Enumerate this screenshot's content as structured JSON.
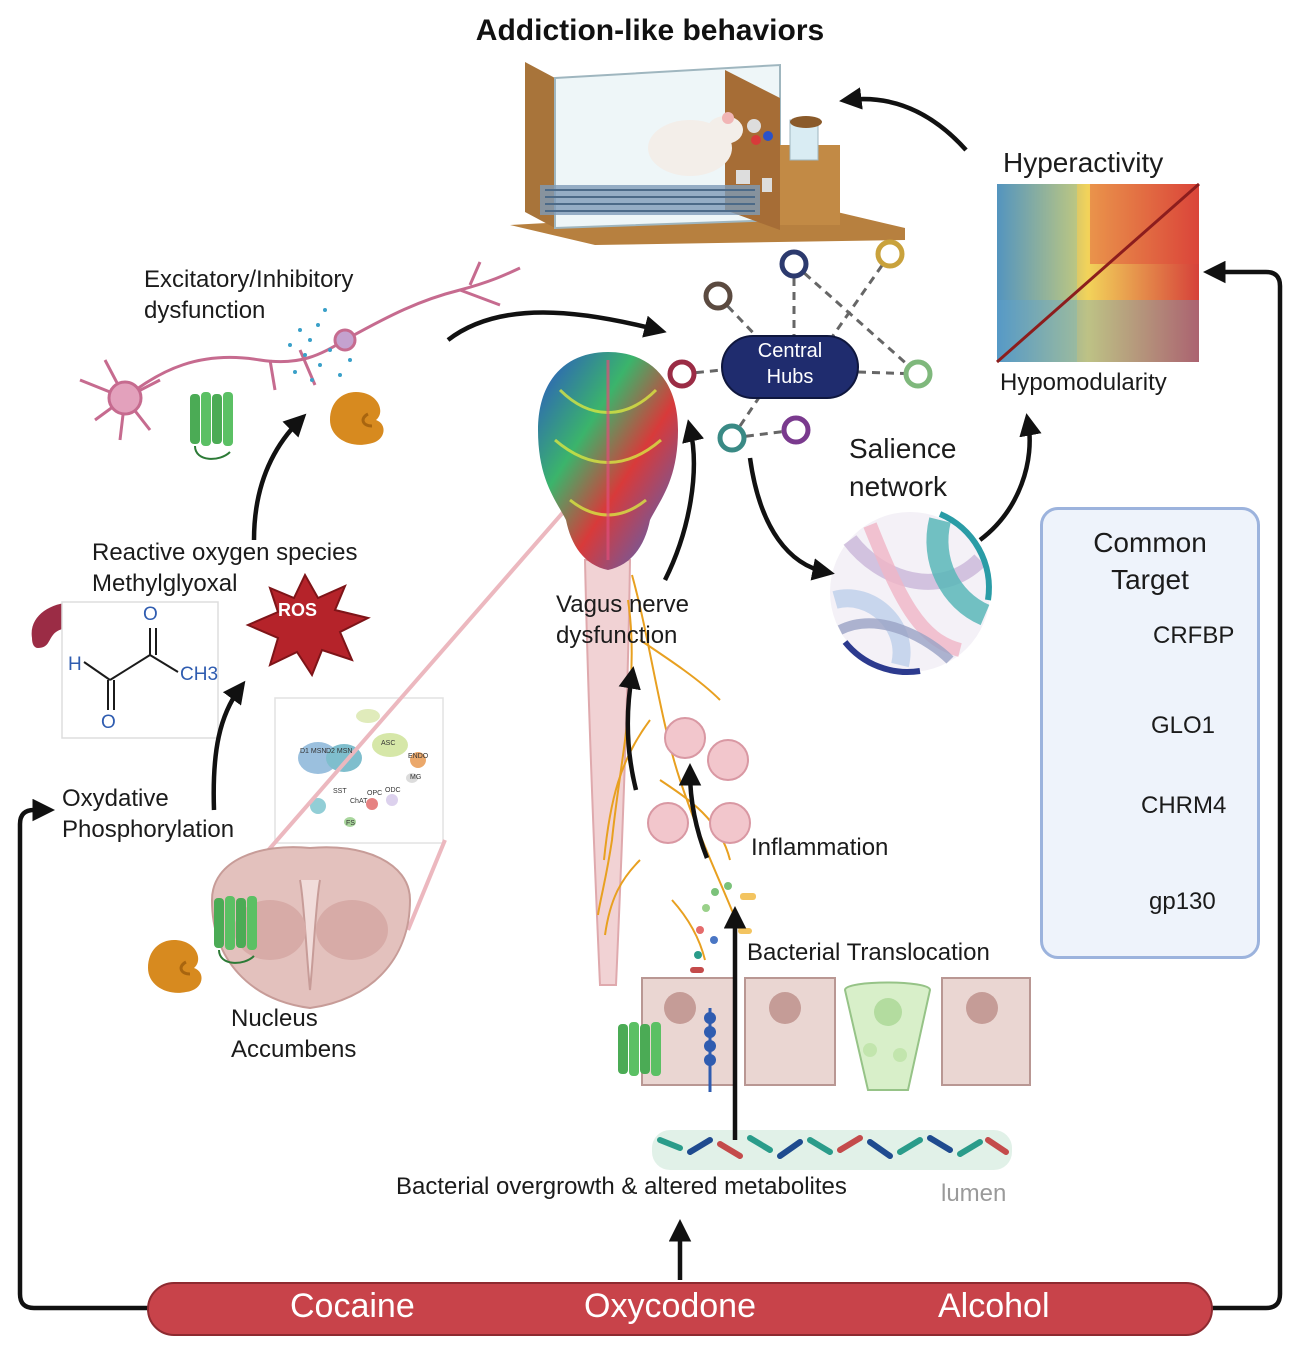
{
  "title": "Addiction-like behaviors",
  "labels": {
    "ei_dysfunction": [
      "Excitatory/Inhibitory",
      "dysfunction"
    ],
    "ros_mgo": [
      "Reactive oxygen species",
      "Methylglyoxal"
    ],
    "ros_badge": "ROS",
    "oxphos": [
      "Oxydative",
      "Phosphorylation"
    ],
    "nucleus": [
      "Nucleus",
      "Accumbens"
    ],
    "vagus": [
      "Vagus nerve",
      "dysfunction"
    ],
    "inflammation": "Inflammation",
    "bacterial_translocation": "Bacterial Translocation",
    "bacterial_overgrowth": "Bacterial overgrowth & altered metabolites",
    "lumen": "lumen",
    "central_hubs": [
      "Central",
      "Hubs"
    ],
    "salience": [
      "Salience",
      "network"
    ],
    "hyperactivity": "Hyperactivity",
    "hypomodularity": "Hypomodularity"
  },
  "molecule": {
    "atoms": [
      "O",
      "H",
      "CH3",
      "O"
    ]
  },
  "umap_labels": [
    "D1 MSN",
    "D2 MSN",
    "ASC",
    "ENDO",
    "MG",
    "SST",
    "ChAT",
    "OPC",
    "ODC",
    "FS"
  ],
  "legend": {
    "title": [
      "Common",
      "Target"
    ],
    "items": [
      {
        "label": "CRFBP",
        "icon": "crfbp-protein-icon",
        "color": "#d78a1f"
      },
      {
        "label": "GLO1",
        "icon": "glo1-protein-icon",
        "color": "#9b2c45"
      },
      {
        "label": "CHRM4",
        "icon": "chrm4-receptor-icon",
        "color": "#4bab55"
      },
      {
        "label": "gp130",
        "icon": "gp130-receptor-icon",
        "color": "#2f5cb0"
      }
    ]
  },
  "drugs": [
    "Cocaine",
    "Oxycodone",
    "Alcohol"
  ],
  "colors": {
    "drug_bar": "#c8434a",
    "hub_fill": "#1f2c6e",
    "legend_border": "#9cb3dd",
    "ros_red": "#b5232a",
    "nerve": "#e8a020"
  }
}
